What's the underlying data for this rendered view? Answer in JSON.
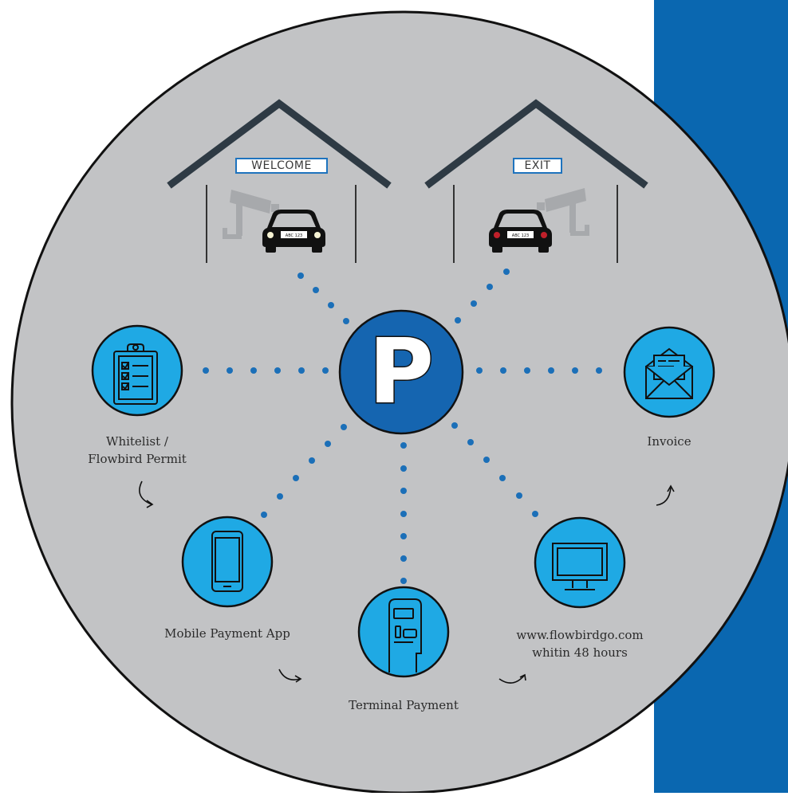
{
  "colors": {
    "background": "#ffffff",
    "blue_panel": "#0a67b0",
    "circle_fill": "#c2c3c5",
    "circle_stroke": "#111111",
    "node_fill": "#1fa9e4",
    "hub_fill": "#1565b0",
    "dot_color": "#1b6fb8",
    "roof_color": "#2e3a44",
    "camera_color": "#a7a9ac",
    "car_color": "#111111"
  },
  "hub": {
    "letter": "P"
  },
  "signs": {
    "welcome": "WELCOME",
    "exit": "EXIT"
  },
  "plates": {
    "entry": "ABC 123",
    "exit": "ABC 123"
  },
  "nodes": {
    "whitelist": {
      "icon": "clipboard-checklist-icon",
      "line1": "Whitelist /",
      "line2": "Flowbird Permit"
    },
    "invoice": {
      "icon": "envelope-letter-icon",
      "label": "Invoice"
    },
    "mobile": {
      "icon": "smartphone-icon",
      "label": "Mobile Payment App"
    },
    "terminal": {
      "icon": "payment-terminal-icon",
      "label": "Terminal Payment"
    },
    "web": {
      "icon": "desktop-monitor-icon",
      "line1": "www.flowbirdgo.com",
      "line2": "whitin 48 hours"
    }
  }
}
